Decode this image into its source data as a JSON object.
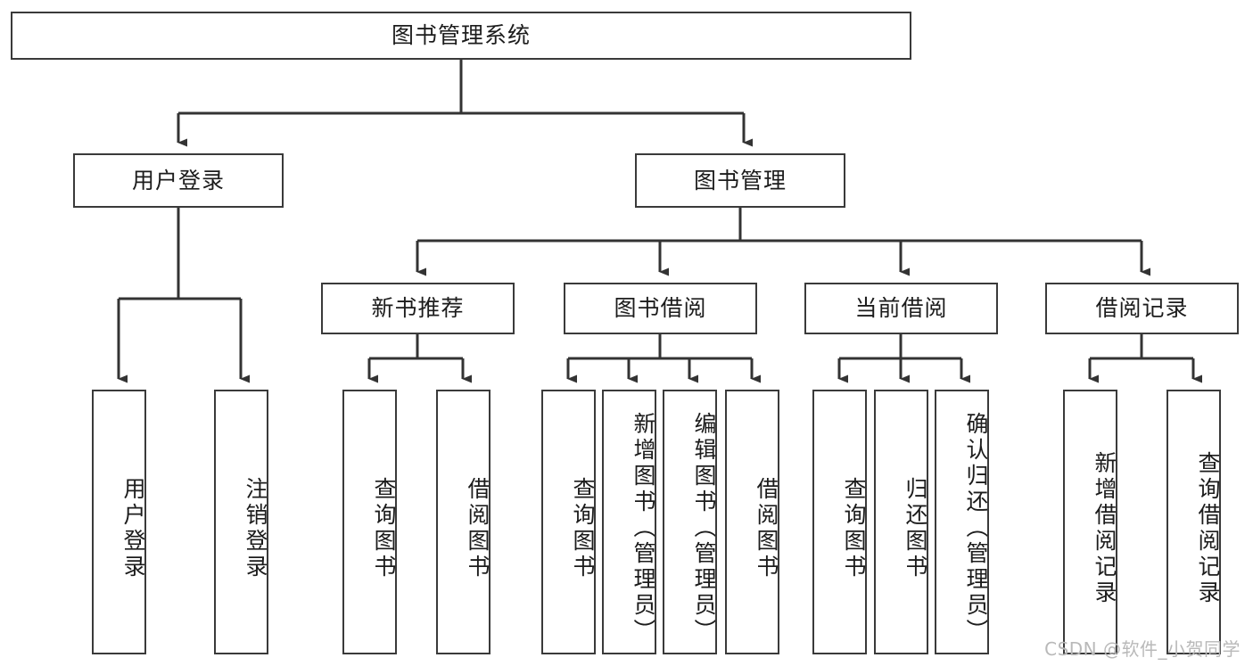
{
  "diagram": {
    "type": "tree-org-chart",
    "title_node": {
      "label": "图书管理系统"
    },
    "level2": [
      {
        "label": "用户登录"
      },
      {
        "label": "图书管理"
      }
    ],
    "level3": [
      {
        "label": "新书推荐"
      },
      {
        "label": "图书借阅"
      },
      {
        "label": "当前借阅"
      },
      {
        "label": "借阅记录"
      }
    ],
    "leaves": {
      "user_login": [
        {
          "label": "用户登录"
        },
        {
          "label": "注销登录"
        }
      ],
      "new_book_recommend": [
        {
          "label": "查询图书"
        },
        {
          "label": "借阅图书"
        }
      ],
      "book_borrow": [
        {
          "label": "查询图书"
        },
        {
          "label": "新增图书（管理员）"
        },
        {
          "label": "编辑图书（管理员）"
        },
        {
          "label": "借阅图书"
        }
      ],
      "current_borrow": [
        {
          "label": "查询图书"
        },
        {
          "label": "归还图书"
        },
        {
          "label": "确认归还（管理员）"
        }
      ],
      "borrow_record": [
        {
          "label": "新增借阅记录"
        },
        {
          "label": "查询借阅记录"
        }
      ]
    }
  },
  "watermark": {
    "text": "CSDN @软件_小贺同学"
  },
  "colors": {
    "box_border": "#3a3a3a",
    "connector": "#333333",
    "text": "#1c1c1c",
    "background": "#ffffff",
    "watermark": "#b9b9b9"
  }
}
